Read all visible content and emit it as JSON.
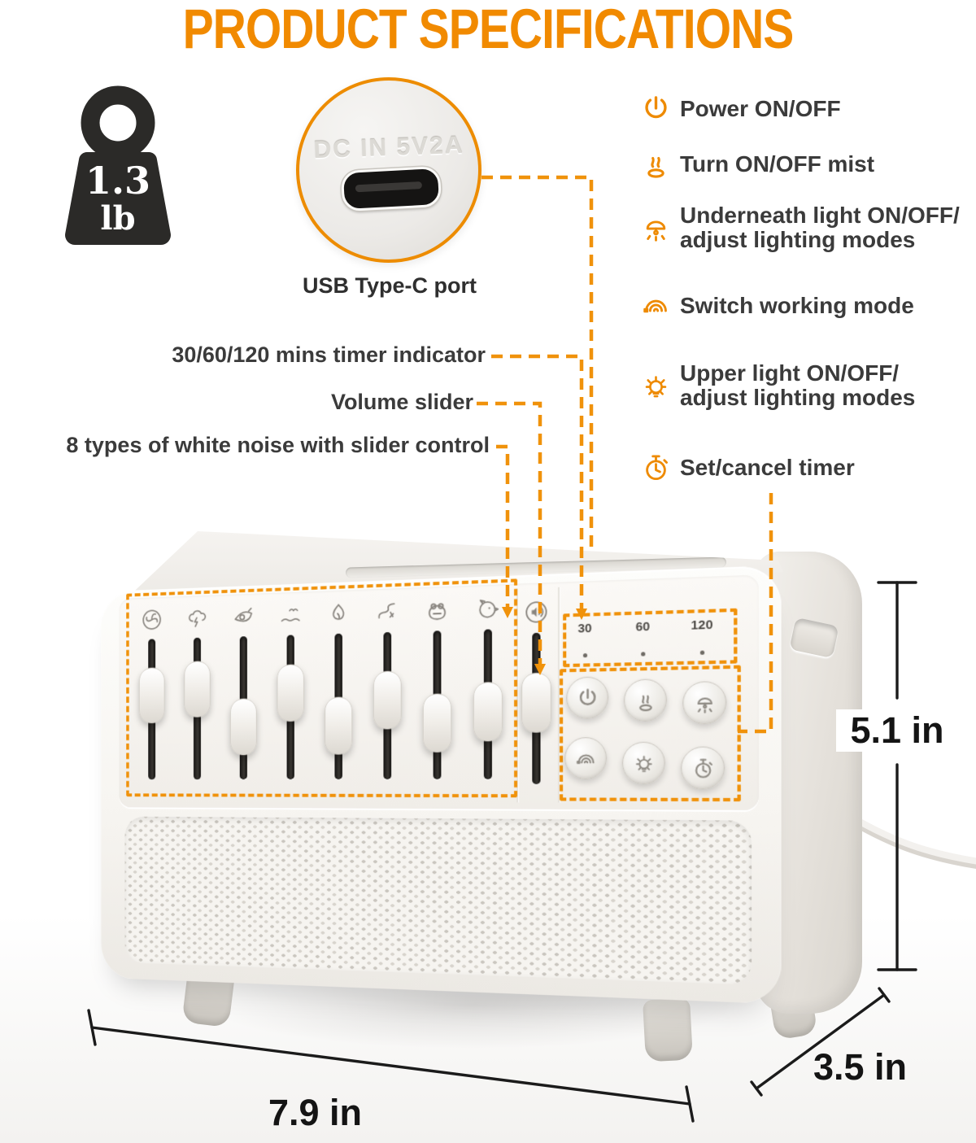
{
  "title": "PRODUCT SPECIFICATIONS",
  "weight": {
    "value": "1.3",
    "unit": "lb"
  },
  "usb_inset": {
    "embossed": "DC IN 5V2A",
    "caption": "USB Type-C port"
  },
  "features": [
    {
      "name": "power",
      "label": "Power ON/OFF"
    },
    {
      "name": "mist",
      "label": "Turn ON/OFF mist"
    },
    {
      "name": "underneath-light",
      "label": "Underneath light ON/OFF/",
      "label2": "adjust lighting modes"
    },
    {
      "name": "working-mode",
      "label": "Switch working mode"
    },
    {
      "name": "upper-light",
      "label": "Upper light ON/OFF/",
      "label2": "adjust lighting modes"
    },
    {
      "name": "timer",
      "label": "Set/cancel timer"
    }
  ],
  "callouts": {
    "timer_indicator": "30/60/120 mins timer indicator",
    "volume": "Volume slider",
    "white_noise": "8 types of white noise with slider control"
  },
  "device": {
    "timer_marks": [
      "30",
      "60",
      "120"
    ],
    "sounds": [
      "fan",
      "thunder",
      "cricket",
      "ocean",
      "fire",
      "stream",
      "frog",
      "bird"
    ],
    "volume_icon": "speaker",
    "buttons": [
      "power",
      "mist",
      "underneath-light",
      "working-mode",
      "upper-light",
      "timer"
    ],
    "slider_levels": [
      0.4,
      0.36,
      0.63,
      0.4,
      0.63,
      0.46,
      0.62,
      0.55
    ],
    "volume_level": 0.46
  },
  "dimensions": {
    "height": "5.1 in",
    "width": "7.9 in",
    "depth": "3.5 in"
  },
  "colors": {
    "accent": "#F18A00",
    "dash": "#F0920B",
    "text": "#3B3B3B"
  }
}
